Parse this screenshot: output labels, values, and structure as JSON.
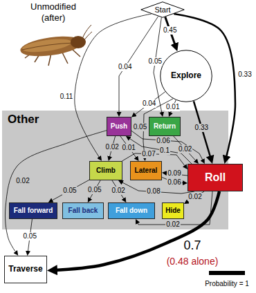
{
  "diagram": {
    "nodes": [
      {
        "text": [
          "Start"
        ]
      },
      {
        "text": [
          "Explore"
        ]
      },
      {
        "text": [
          "Other"
        ]
      },
      {
        "text": [
          "Push"
        ],
        "in": 2
      },
      {
        "text": [
          "Return"
        ],
        "in": 2
      },
      {
        "text": [
          "Climb"
        ],
        "in": 2
      },
      {
        "text": [
          "Lateral"
        ],
        "in": 2
      },
      {
        "text": [
          "Roll"
        ]
      },
      {
        "text": [
          "Fall forward"
        ],
        "in": 2
      },
      {
        "text": [
          "Fall back"
        ],
        "in": 2
      },
      {
        "text": [
          "Fall down"
        ],
        "in": 2
      },
      {
        "text": [
          "Hide"
        ],
        "in": 2
      },
      {
        "text": [
          "Traverse"
        ]
      }
    ],
    "edges": [
      {
        "from": 0,
        "to": 1,
        "arrow": "to",
        "label": "0.45"
      },
      {
        "from": 0,
        "to": 3,
        "arrow": "to",
        "label": "0.04"
      },
      {
        "from": 0,
        "to": 4,
        "arrow": "to",
        "label": "0.05"
      },
      {
        "from": 0,
        "to": 5,
        "arrow": "to",
        "label": "0.11"
      },
      {
        "from": 0,
        "to": 7,
        "arrow": "to",
        "label": "0.33"
      },
      {
        "from": 1,
        "to": 3,
        "arrow": "to",
        "label": "0.04"
      },
      {
        "from": 1,
        "to": 4,
        "arrow": "to",
        "label": "0.01"
      },
      {
        "from": 1,
        "to": 6,
        "arrow": "to",
        "label": "0.05"
      },
      {
        "from": 1,
        "to": 7,
        "arrow": "to",
        "label": "0.33"
      },
      {
        "from": 3,
        "to": 5,
        "arrow": "to",
        "label": "0.02"
      },
      {
        "from": 3,
        "to": 6,
        "arrow": "to",
        "label": "0.01"
      },
      {
        "from": 3,
        "to": 7,
        "arrow": "to",
        "label": "0.06"
      },
      {
        "from": 4,
        "to": 7,
        "arrow": "to",
        "label": "0.02"
      },
      {
        "from": 7,
        "to": 3,
        "arrow": "to",
        "label": "0.1"
      },
      {
        "from": 5,
        "to": 7,
        "arrow": "to",
        "label": "0.07"
      },
      {
        "from": 7,
        "to": 5,
        "arrow": "to",
        "label": "0.08"
      },
      {
        "from": 7,
        "to": 6,
        "arrow": "to",
        "label": "0.09"
      },
      {
        "from": 6,
        "to": 7,
        "arrow": "to",
        "label": "0.06"
      },
      {
        "from": 7,
        "to": 11,
        "arrow": "to",
        "label": "0.02"
      },
      {
        "from": 7,
        "to": 10,
        "arrow": "to",
        "label": "0.02"
      },
      {
        "from": 5,
        "to": 8,
        "arrow": "to",
        "label": "0.05"
      },
      {
        "from": 5,
        "to": 9,
        "arrow": "to",
        "label": "0.05"
      },
      {
        "from": 5,
        "to": 10,
        "arrow": "to",
        "label": "0.02"
      },
      {
        "from": 3,
        "to": 12,
        "arrow": "to",
        "label": "0.02"
      },
      {
        "from": 8,
        "to": 12,
        "arrow": "to",
        "label": "0.05"
      },
      {
        "from": 7,
        "to": 12,
        "arrow": "to",
        "label": "0.7"
      }
    ],
    "labels": [
      "Unmodified (after)",
      "(0.48 alone)"
    ],
    "legend": [
      {
        "text": "Probability = 1"
      }
    ]
  }
}
